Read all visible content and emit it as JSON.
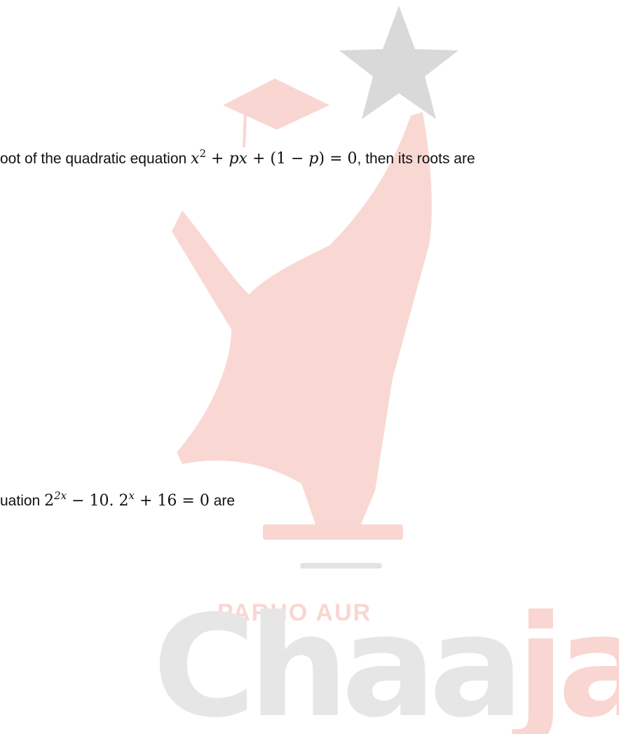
{
  "watermark": {
    "brand_tagline": "PARHO AUR",
    "brand_name": "Chaajao",
    "colors": {
      "accent": "#f9d6d2",
      "gray": "#e6e6e6",
      "star": "#d9d9d9"
    }
  },
  "questions": [
    {
      "text_before": "oot of the quadratic equation ",
      "math": {
        "var_x": "x",
        "exp_2": "2",
        "plus1": "+",
        "px": "px",
        "plus2": "+",
        "open": "(1",
        "minus": "−",
        "p": "p",
        "close": ")",
        "equals": "=",
        "zero": "0"
      },
      "text_after": ", then its roots are"
    },
    {
      "text_before": "uation ",
      "math": {
        "base1": "2",
        "exp1": "2x",
        "minus": "−",
        "coef": "10.",
        "base2": "2",
        "exp2": "x",
        "plus": "+",
        "const": "16",
        "equals": "=",
        "zero": "0"
      },
      "text_after": " are"
    }
  ]
}
